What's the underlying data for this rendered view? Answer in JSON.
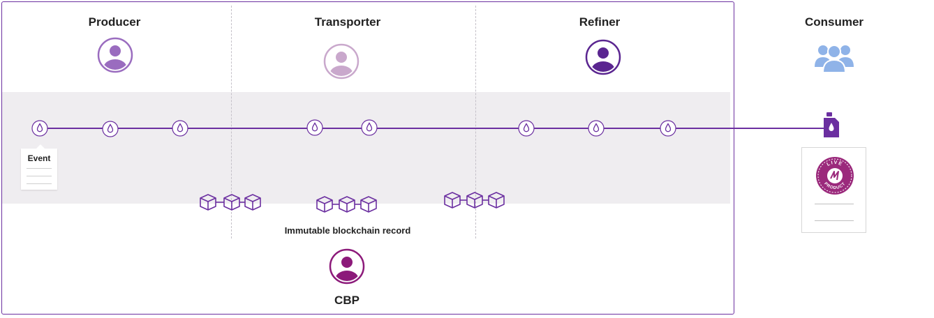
{
  "roles": {
    "producer": {
      "label": "Producer",
      "color": "#9a6cbf"
    },
    "transporter": {
      "label": "Transporter",
      "color": "#c9a8cc"
    },
    "refiner": {
      "label": "Refiner",
      "color": "#5a2590"
    },
    "consumer": {
      "label": "Consumer",
      "color": "#8fb3e8"
    }
  },
  "event_card": {
    "title": "Event"
  },
  "blockchain": {
    "label": "Immutable blockchain record",
    "color": "#6b2fa0"
  },
  "cbp": {
    "label": "CBP",
    "color": "#8c1a7a"
  },
  "icons": {
    "event": "oil-drop-icon",
    "block": "cube-icon",
    "product": "oil-bottle-icon",
    "certificate": "live-product-seal-icon"
  },
  "seal": {
    "top_text": "LIVE",
    "bottom_text": "PRODUCT",
    "color": "#9b2a7c"
  },
  "colors": {
    "accent": "#6b2fa0",
    "band": "#efedf0",
    "divider": "#c4c0c8"
  }
}
